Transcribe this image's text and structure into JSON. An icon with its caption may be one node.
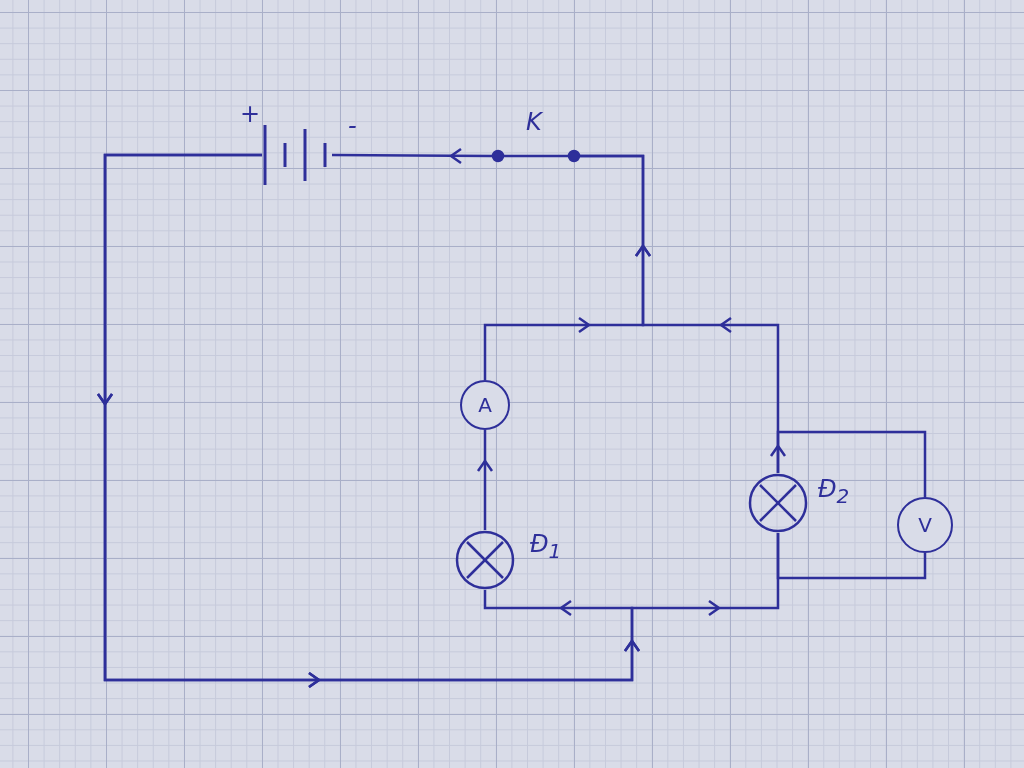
{
  "diagram": {
    "nodes": [
      {
        "text": [],
        "shape": "battery",
        "beside": [
          "+",
          "-"
        ]
      },
      {
        "text": [],
        "shape": "switch",
        "beside": [
          "K"
        ]
      },
      {
        "text": [
          "A"
        ]
      },
      {
        "text": [],
        "shape": "lamp",
        "beside": [
          "Đ$_{1}$"
        ]
      },
      {
        "text": [],
        "shape": "lamp",
        "beside": [
          "Đ$_{2}$"
        ]
      },
      {
        "text": [
          "V"
        ]
      }
    ],
    "edges": [
      {
        "from": 0,
        "to": 3,
        "arrow": "to"
      },
      {
        "from": 0,
        "to": 4,
        "arrow": "to"
      },
      {
        "from": 3,
        "to": 2,
        "arrow": "to"
      },
      {
        "from": 2,
        "to": 1,
        "arrow": "to"
      },
      {
        "from": 4,
        "to": 1,
        "arrow": "to"
      },
      {
        "from": 1,
        "to": 0,
        "arrow": "to"
      },
      {
        "from": 4,
        "to": 5,
        "arrow": "none"
      },
      {
        "from": 4,
        "to": 5,
        "arrow": "none"
      }
    ]
  }
}
